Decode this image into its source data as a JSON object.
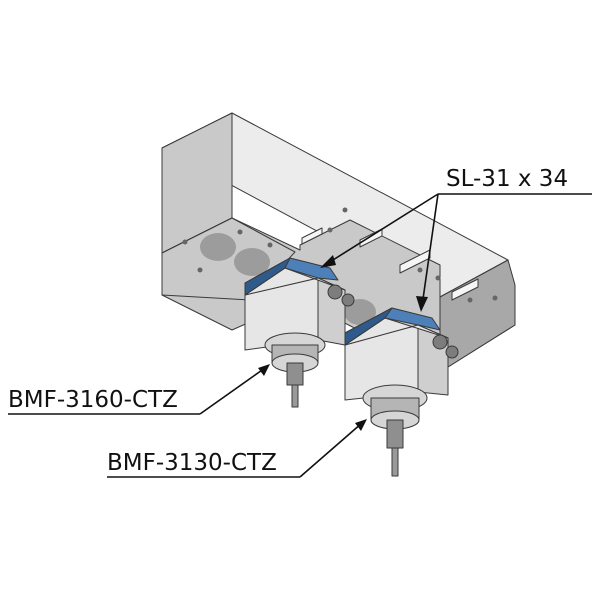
{
  "callouts": {
    "bracket": {
      "label": "SL-31 x 34"
    },
    "upper_holder": {
      "label": "BMF-3160-CTZ"
    },
    "lower_holder": {
      "label": "BMF-3130-CTZ"
    }
  },
  "colors": {
    "block_top": "#ececec",
    "block_front": "#c9c9c9",
    "block_side": "#a8a8a8",
    "bracket_blue": "#4d7fb8",
    "bracket_blue_dark": "#2f5a8c",
    "housing": "#e6e6e6",
    "spindle": "#b5b5b5",
    "line": "#111111"
  }
}
